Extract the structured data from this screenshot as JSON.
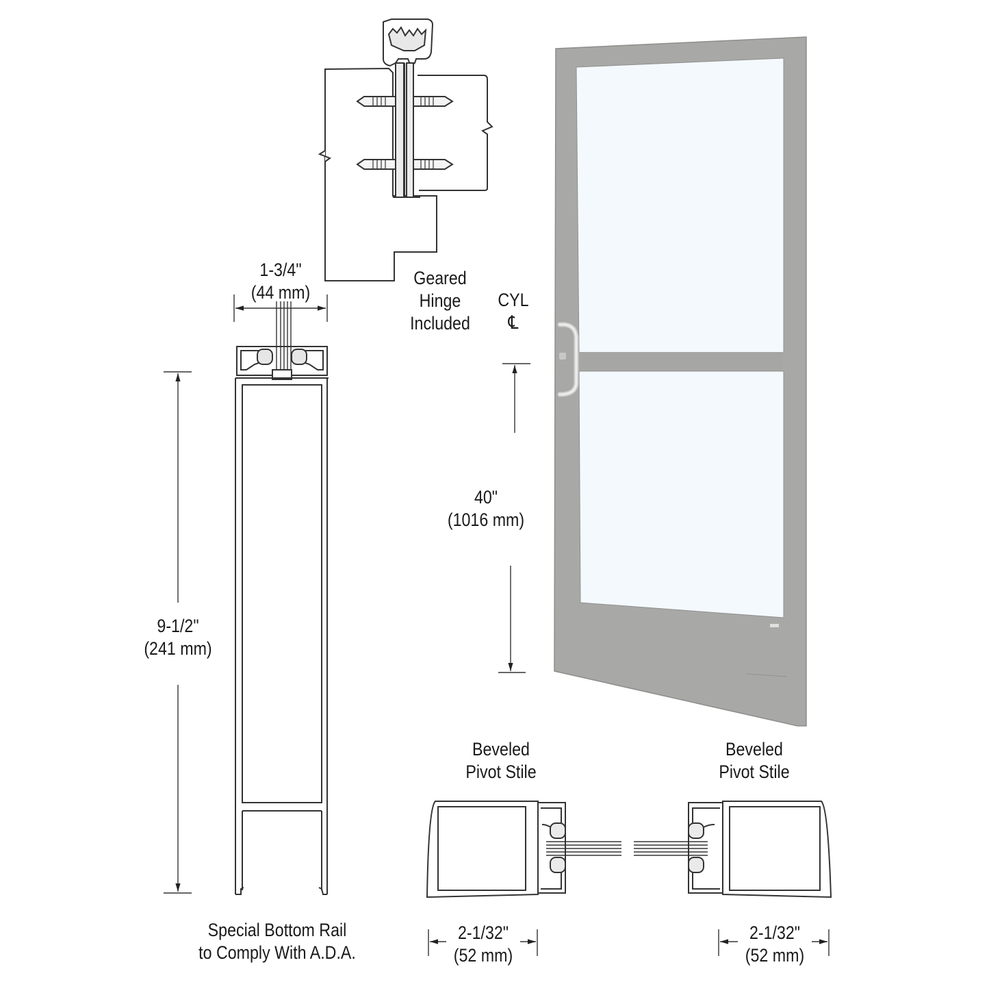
{
  "diagram": {
    "subject": "Aluminum glass door with geared hinge, bottom rail and pivot stile details",
    "colors": {
      "line": "#333333",
      "door_frame": "#a8a8a6",
      "door_frame_dark": "#9b9b99",
      "glass": "#f4f9fd",
      "handle": "#d9d9d9"
    }
  },
  "hinge_detail": {
    "label_line1": "Geared",
    "label_line2": "Hinge",
    "label_line3": "Included"
  },
  "top_section": {
    "width_dim_in": "1-3/4\"",
    "width_dim_mm": "(44 mm)"
  },
  "bottom_rail": {
    "height_dim_in": "9-1/2\"",
    "height_dim_mm": "(241 mm)",
    "caption_line1": "Special Bottom Rail",
    "caption_line2": "to Comply With A.D.A."
  },
  "door_elevation": {
    "cyl_label": "CYL",
    "centerline_symbol": "℄",
    "height_dim_in": "40\"",
    "height_dim_mm": "(1016 mm)"
  },
  "pivot_stiles": [
    {
      "title_line1": "Beveled",
      "title_line2": "Pivot Stile",
      "width_dim_in": "2-1/32\"",
      "width_dim_mm": "(52 mm)"
    },
    {
      "title_line1": "Beveled",
      "title_line2": "Pivot Stile",
      "width_dim_in": "2-1/32\"",
      "width_dim_mm": "(52 mm)"
    }
  ]
}
